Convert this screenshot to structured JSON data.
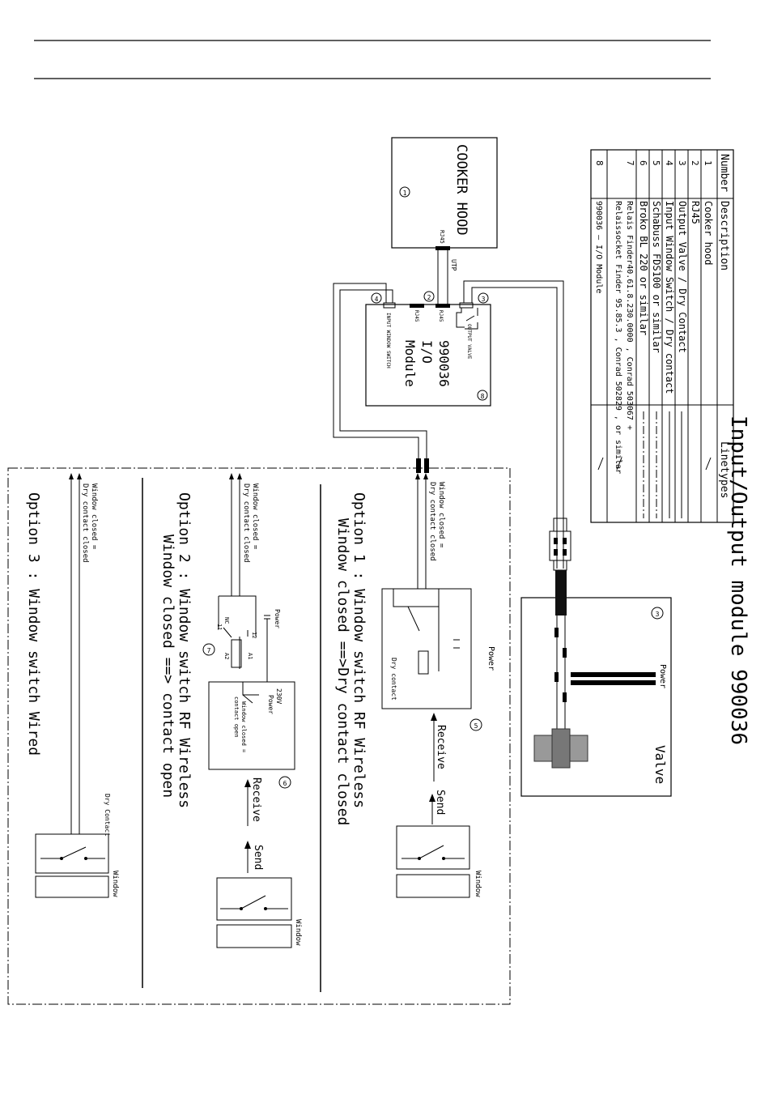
{
  "title": "Input/Output module 990036",
  "legend": {
    "headers": {
      "number": "Number",
      "description": "Description",
      "linetypes": "Linetypes"
    },
    "rows": [
      {
        "num": "1",
        "desc": "Cooker hood"
      },
      {
        "num": "2",
        "desc": "RJ45"
      },
      {
        "num": "3",
        "desc": "Output Valve / Dry Contact"
      },
      {
        "num": "4",
        "desc": "Input Window Switch / Dry contact"
      },
      {
        "num": "5",
        "desc": "Schabuss FDS100 or similar"
      },
      {
        "num": "6",
        "desc": "Broko BL 220 or similar"
      },
      {
        "num": "7",
        "desc": "Relais Finder40.61.8.230.0000 , Conrad 503067 +"
      },
      {
        "num": "",
        "desc": "Relaissocket Finder 95.85.3 , Conrad 502829 , or similar"
      },
      {
        "num": "8",
        "desc": "990036 – I/O Module"
      }
    ]
  },
  "hood": {
    "label": "COOKER HOOD",
    "num": "1",
    "rj45": "RJ45",
    "utp": "UTP"
  },
  "module": {
    "line1": "990036",
    "line2": "I/O",
    "line3": "Module",
    "num": "8",
    "output_valve": "OUTPUT VALVE",
    "input_switch": "INPUT WINDOW SWITCH",
    "rj45_a": "RJ45",
    "rj45_b": "RJ45",
    "n2": "2",
    "n3": "3",
    "n4": "4"
  },
  "valve": {
    "label": "Valve",
    "num": "3",
    "power": "Power"
  },
  "option1": {
    "title": "Option 1 : Window switch RF Wireless",
    "subtitle": "Window closed ==>Dry contact closed",
    "note1": "Window closed =",
    "note2": "Dry contact closed",
    "dry": "Dry contact",
    "power": "Power",
    "receive": "Receive",
    "send": "Send",
    "window": "Window",
    "num": "5"
  },
  "option2": {
    "title": "Option 2 : Window switch RF Wireless",
    "subtitle": "Window closed ==> contact open",
    "note1": "Window closed =",
    "note2": "Dry contact closed",
    "power": "Power",
    "power2": "Power",
    "v230": "230V",
    "inner1": "Window closed =",
    "inner2": "contact open",
    "nc": "NC",
    "t11": "11",
    "t12": "12",
    "a1": "A1",
    "a2": "A2",
    "receive": "Receive",
    "send": "Send",
    "window": "Window",
    "num6": "6",
    "num7": "7"
  },
  "option3": {
    "title": "Option 3 : Window switch Wired",
    "note1": "Window closed =",
    "note2": "Dry contact closed",
    "dry": "Dry Contact",
    "window": "Window"
  }
}
